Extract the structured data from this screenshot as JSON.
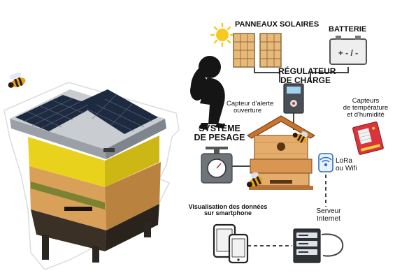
{
  "labels": {
    "solar_panels": "PANNEAUX SOLAIRES",
    "battery": "BATTERIE",
    "regulator": [
      "RÉGULATEUR",
      "DE CHARGE"
    ],
    "opening_sensor": [
      "Capteur d'alerte",
      "ouverture"
    ],
    "weighing_system": [
      "SYSTÈME",
      "DE PESAGE"
    ],
    "temp_humidity_sensors": [
      "Capteurs",
      "de température",
      "et d'humidité"
    ],
    "lora_wifi": [
      "LoRa",
      "ou Wifi"
    ],
    "data_visualisation": [
      "Visualisation des données",
      "sur smartphone"
    ],
    "internet_server": [
      "Serveur",
      "Internet"
    ]
  },
  "battery_symbols": "+ - / -",
  "colors": {
    "hive_yellow": "#e8d21c",
    "hive_wood": "#d9a05a",
    "roof_orange": "#c9742e",
    "panel_blue": "#1d2a3f",
    "solar_cell": "#e9b97a",
    "sun": "#f7c81e",
    "wire": "#444444",
    "wireless_blue": "#2f6fc0"
  }
}
